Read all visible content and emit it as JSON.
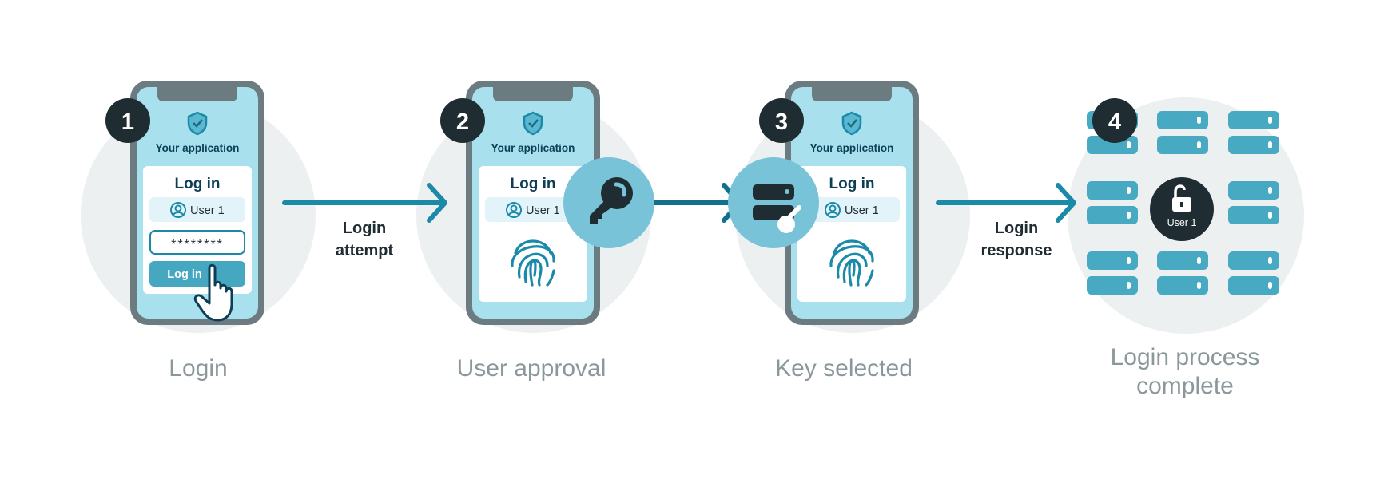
{
  "colors": {
    "phone_frame": "#6b7b80",
    "screen": "#a8e0ee",
    "accent": "#1a8aa8",
    "button": "#45a8c0",
    "dark": "#1f2d33",
    "bg_circle": "#edf0f0",
    "step_label": "#8a979b"
  },
  "steps": [
    {
      "number": "1",
      "label": "Login",
      "app_title": "Your application",
      "card_title": "Log in",
      "user": "User 1",
      "password": "********",
      "button": "Log in"
    },
    {
      "number": "2",
      "label": "User approval",
      "app_title": "Your application",
      "card_title": "Log in",
      "user": "User 1"
    },
    {
      "number": "3",
      "label": "Key selected",
      "app_title": "Your application",
      "card_title": "Log in",
      "user": "User 1"
    },
    {
      "number": "4",
      "label_line1": "Login process",
      "label_line2": "complete",
      "center_user": "User 1"
    }
  ],
  "arrows": [
    {
      "line1": "Login",
      "line2": "attempt"
    },
    {
      "line1": "Login",
      "line2": "response"
    }
  ]
}
